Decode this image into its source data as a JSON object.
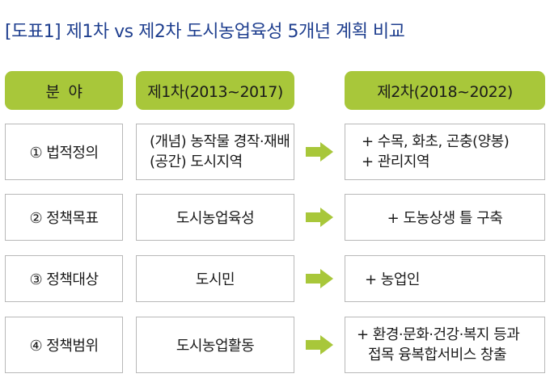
{
  "title": "[도표1] 제1차 vs 제2차 도시농업육성 5개년 계획 비교",
  "headers": {
    "category": "분  야",
    "first": "제1차(2013~2017)",
    "second": "제2차(2018~2022)"
  },
  "rows": [
    {
      "category": "① 법적정의",
      "first": [
        "(개념) 농작물 경작·재배",
        "(공간) 도시지역"
      ],
      "second": [
        "+ 수목, 화초, 곤충(양봉)",
        "+ 관리지역"
      ]
    },
    {
      "category": "② 정책목표",
      "first": [
        "도시농업육성"
      ],
      "second": [
        "+ 도농상생 틀 구축"
      ]
    },
    {
      "category": "③ 정책대상",
      "first": [
        "도시민"
      ],
      "second": [
        "+ 농업인"
      ]
    },
    {
      "category": "④ 정책범위",
      "first": [
        "도시농업활동"
      ],
      "second": [
        "+ 환경·문화·건강·복지 등과",
        "접목 융복합서비스 창출"
      ]
    }
  ],
  "colors": {
    "header_bg": "#a8c73a",
    "arrow": "#a8c73a",
    "title": "#1f3f8f",
    "border": "#b8b8b8"
  },
  "icons": {
    "arrow": "right-arrow-icon"
  }
}
